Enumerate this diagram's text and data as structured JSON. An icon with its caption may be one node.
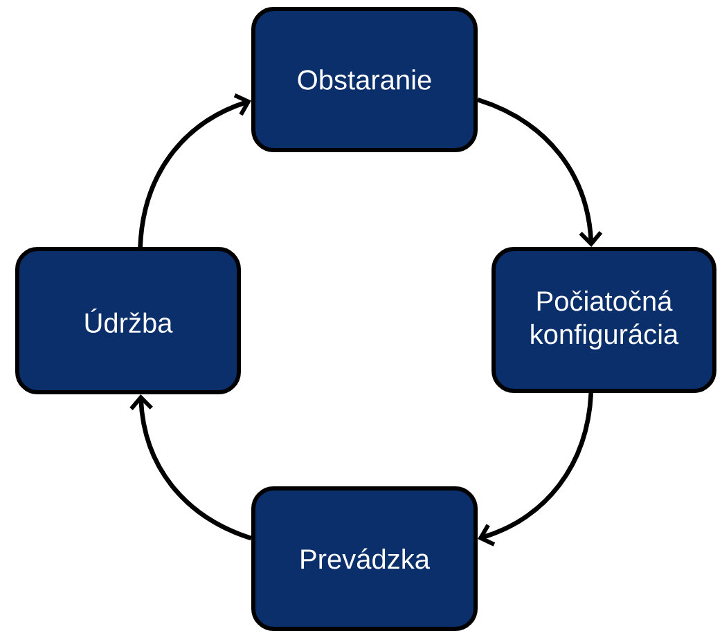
{
  "diagram": {
    "nodes": [
      {
        "text": [
          "Obstaranie"
        ]
      },
      {
        "text": [
          "Údržba"
        ]
      },
      {
        "text": [
          "Počiatočná konfigurácia"
        ]
      },
      {
        "text": [
          "Prevádzka"
        ]
      }
    ],
    "edges": [
      {
        "from": 0,
        "to": 2,
        "arrow": "to"
      },
      {
        "from": 2,
        "to": 3,
        "arrow": "to"
      },
      {
        "from": 3,
        "to": 1,
        "arrow": "to"
      },
      {
        "from": 1,
        "to": 0,
        "arrow": "to"
      }
    ]
  }
}
